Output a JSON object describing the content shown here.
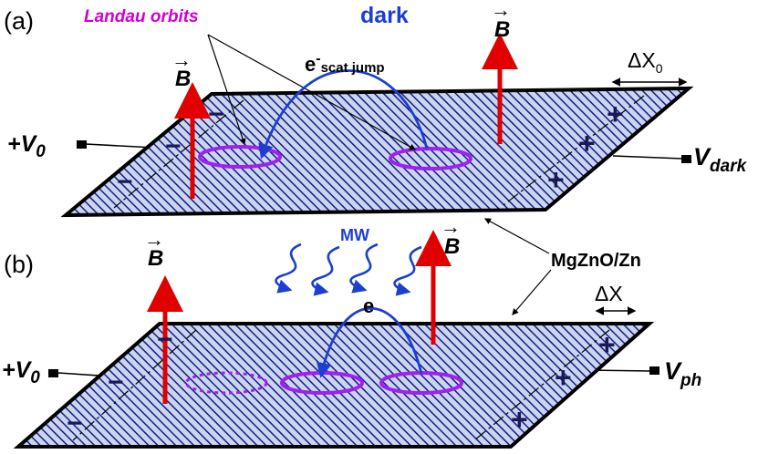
{
  "panel_a": {
    "tag": "(a)",
    "title": "dark",
    "landau_label": "Landau orbits",
    "electron_label": "e",
    "electron_sup": "-",
    "electron_sub": "scat jump",
    "delta_label": "ΔX",
    "delta_sub": "0",
    "b_label": "B",
    "b_label_arrow": "→",
    "v_left": "+V",
    "v_left_sub": "0",
    "v_right": "V",
    "v_right_sub": "dark",
    "plus_sign": "+",
    "minus_sign": "−"
  },
  "panel_b": {
    "tag": "(b)",
    "mw_label": "MW",
    "electron_label": "e",
    "delta_label": "ΔX",
    "b_label": "B",
    "b_label_arrow": "→",
    "v_left": "+V",
    "v_left_sub": "0",
    "v_right": "V",
    "v_right_sub": "ph",
    "plus_sign": "+",
    "minus_sign": "−"
  },
  "material_label": "MgZnO/Zn",
  "colors": {
    "plate_fill": "#c9d6f2",
    "hatch": "#1c1a7a",
    "outline": "#000000",
    "orbit": "#a020f0",
    "field_arrow": "#e00000",
    "electron_path": "#1c3fd0",
    "landau_text": "#d000d0",
    "dark_text": "#1c3fd0",
    "sign": "#1a1a5a"
  }
}
